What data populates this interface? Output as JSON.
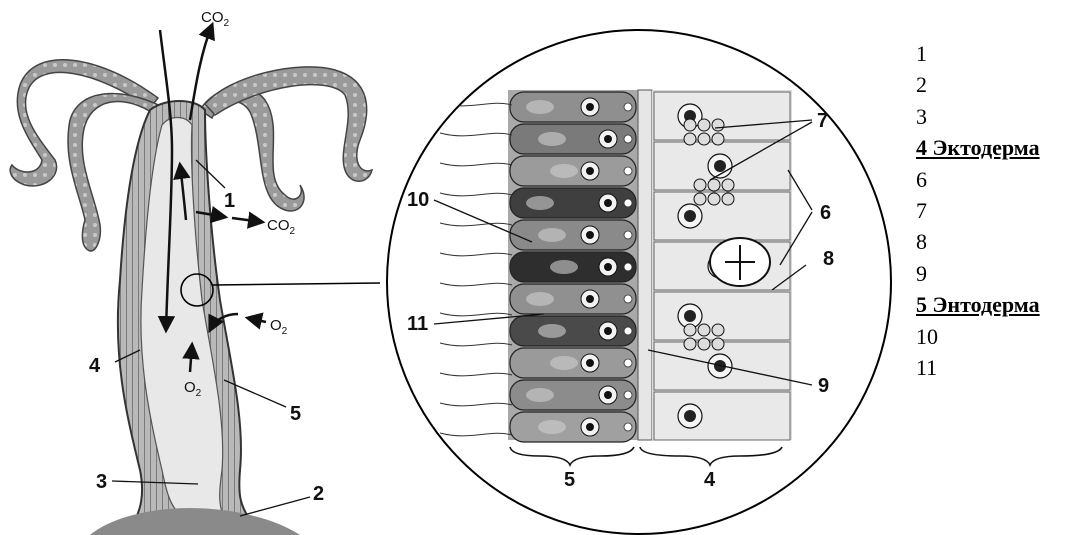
{
  "hydra": {
    "labels": [
      "1",
      "2",
      "3",
      "4",
      "5"
    ],
    "gas": {
      "co2_base": "CO",
      "o2_base": "O",
      "sub2": "2"
    }
  },
  "detail": {
    "labels": [
      "5",
      "4",
      "6",
      "7",
      "8",
      "9",
      "10",
      "11"
    ]
  },
  "legend": {
    "items": [
      {
        "text": "1",
        "bold": false
      },
      {
        "text": "2",
        "bold": false
      },
      {
        "text": "3",
        "bold": false
      },
      {
        "text": "4 Эктодерма",
        "bold": true
      },
      {
        "text": "6",
        "bold": false
      },
      {
        "text": "7",
        "bold": false
      },
      {
        "text": "8",
        "bold": false
      },
      {
        "text": "9",
        "bold": false
      },
      {
        "text": "5 Энтодерма",
        "bold": true
      },
      {
        "text": "10",
        "bold": false
      },
      {
        "text": "11",
        "bold": false
      }
    ]
  }
}
